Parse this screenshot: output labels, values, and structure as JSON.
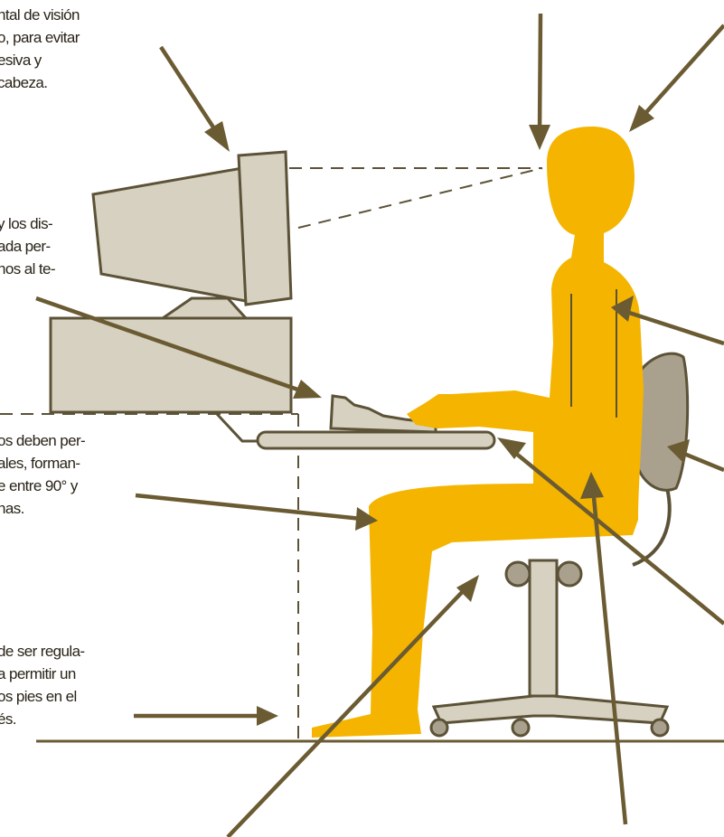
{
  "colors": {
    "figure": "#F5B400",
    "equipment_fill": "#D6D1C1",
    "chair_fill": "#A9A18D",
    "outline": "#5C5237",
    "arrow": "#6B5B32",
    "floor": "#6B5B32",
    "text": "#2A2418"
  },
  "captions": {
    "monitor": [
      "ntal de visión",
      "o, para evitar",
      "esiva y",
      "cabeza."
    ],
    "keyboard": [
      "y los dis-",
      "ada per-",
      "nos al te-"
    ],
    "legs": [
      "os deben per-",
      "ales, forman-",
      "e entre 90° y",
      "nas."
    ],
    "footrest": [
      "de ser regula-",
      "a permitir un",
      "os pies en el",
      "és."
    ]
  }
}
